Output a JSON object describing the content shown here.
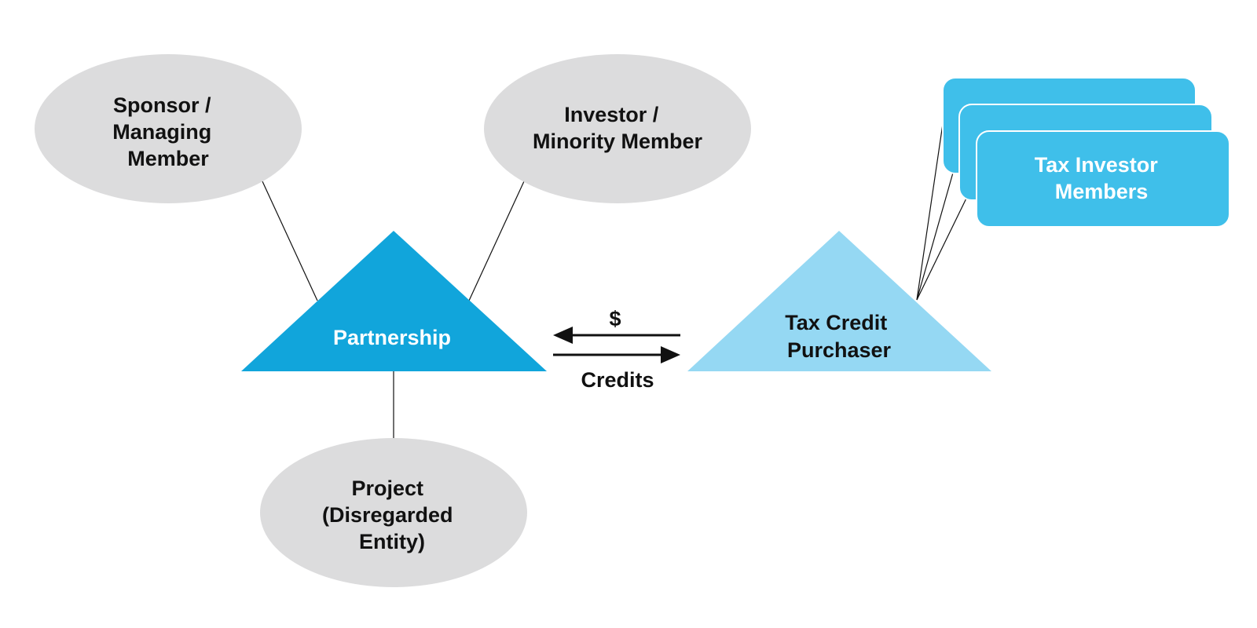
{
  "nodes": {
    "sponsor": {
      "lines": [
        "Sponsor /",
        "Managing",
        "Member"
      ]
    },
    "investor": {
      "lines": [
        "Investor /",
        "Minority Member"
      ]
    },
    "partnership": {
      "lines": [
        "Partnership"
      ]
    },
    "project": {
      "lines": [
        "Project",
        "(Disregarded",
        "Entity)"
      ]
    },
    "purchaser": {
      "lines": [
        "Tax Credit",
        "Purchaser"
      ]
    },
    "tax_investors": {
      "lines": [
        "Tax Investor",
        "Members"
      ]
    }
  },
  "flows": {
    "cash_label": "$",
    "credits_label": "Credits"
  },
  "colors": {
    "ellipse_fill": "#dcdcdd",
    "partnership_fill": "#11a5db",
    "purchaser_fill": "#95d8f3",
    "card_fill": "#3fbfea",
    "card_stroke": "#ffffff",
    "text_dark": "#111111",
    "text_light": "#ffffff",
    "line": "#111111"
  }
}
